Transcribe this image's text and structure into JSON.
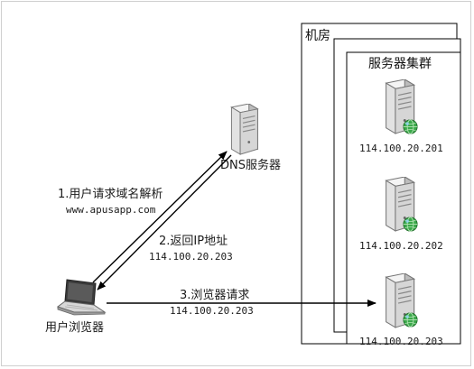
{
  "labels": {
    "machine_room": "机房",
    "server_cluster": "服务器集群",
    "dns_server": "DNS服务器",
    "browser": "用户浏览器"
  },
  "steps": [
    {
      "title": "1.用户请求域名解析",
      "detail": "www.apusapp.com"
    },
    {
      "title": "2.返回IP地址",
      "detail": "114.100.20.203"
    },
    {
      "title": "3.浏览器请求",
      "detail": "114.100.20.203"
    }
  ],
  "servers": [
    {
      "ip": "114.100.20.201"
    },
    {
      "ip": "114.100.20.202"
    },
    {
      "ip": "114.100.20.203"
    }
  ],
  "colors": {
    "line": "#000000",
    "frame": "#000000",
    "server_body": "#e6e6e6",
    "globe": "#2f9a3a"
  },
  "icons": {
    "server": "server-icon",
    "globe": "globe-icon",
    "laptop": "laptop-icon"
  }
}
